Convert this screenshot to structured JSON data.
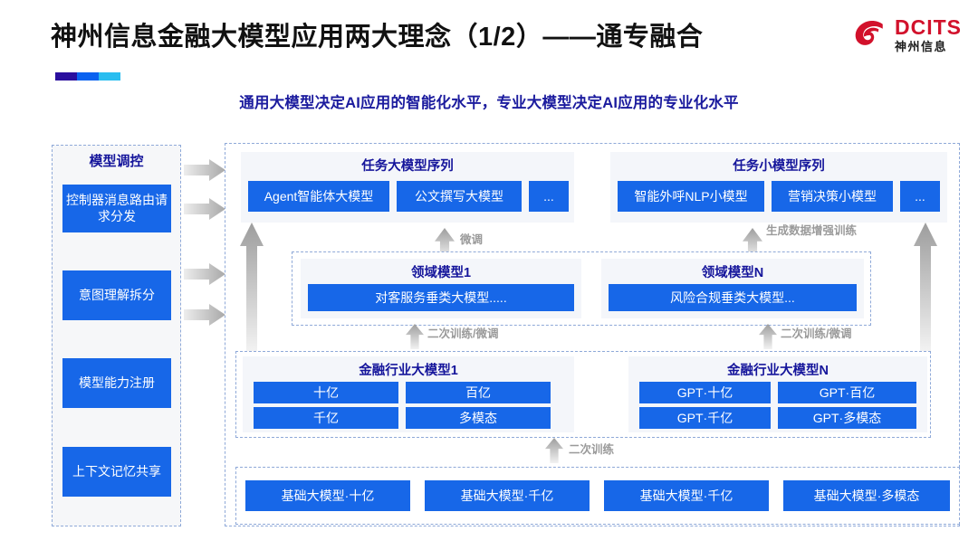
{
  "header": {
    "title": "神州信息金融大模型应用两大理念（1/2）——通专融合",
    "subtitle": "通用大模型决定AI应用的智能化水平，专业大模型决定AI应用的专业化水平",
    "logo_en": "DCITS",
    "logo_cn": "神州信息",
    "accent_colors": [
      "#2a0f9e",
      "#0a62f0",
      "#29bdf0"
    ]
  },
  "colors": {
    "box_blue": "#1767e8",
    "title_navy": "#15159b",
    "subtitle_blue": "#1b1b9e",
    "dashed_border": "#8fa9d8",
    "panel_gray": "#f4f6fa",
    "arrow_gray": "#b3b3b3",
    "logo_red": "#d2112b"
  },
  "sidebar": {
    "title": "模型调控",
    "items": [
      {
        "label": "控制器消息路由请求分发"
      },
      {
        "label": "意图理解拆分"
      },
      {
        "label": "模型能力注册"
      },
      {
        "label": "上下文记忆共享"
      }
    ]
  },
  "task_big": {
    "title": "任务大模型序列",
    "items": [
      "Agent智能体大模型",
      "公文撰写大模型",
      "..."
    ]
  },
  "task_small": {
    "title": "任务小模型序列",
    "items": [
      "智能外呼NLP小模型",
      "营销决策小模型",
      "..."
    ]
  },
  "domain_models": [
    {
      "title": "领域模型1",
      "item": "对客服务垂类大模型....."
    },
    {
      "title": "领域模型N",
      "item": "风险合规垂类大模型..."
    }
  ],
  "industry_models": [
    {
      "title": "金融行业大模型1",
      "items": [
        "十亿",
        "百亿",
        "千亿",
        "多模态"
      ]
    },
    {
      "title": "金融行业大模型N",
      "items": [
        "GPT·十亿",
        "GPT·百亿",
        "GPT·千亿",
        "GPT·多模态"
      ]
    }
  ],
  "base_models": {
    "items": [
      "基础大模型·十亿",
      "基础大模型·千亿",
      "基础大模型·千亿",
      "基础大模型·多模态"
    ]
  },
  "arrow_labels": {
    "finetune": "微调",
    "data_augment": "生成数据增强训练",
    "retrain_finetune_left": "二次训练/微调",
    "retrain_finetune_right": "二次训练/微调",
    "retrain": "二次训练"
  }
}
